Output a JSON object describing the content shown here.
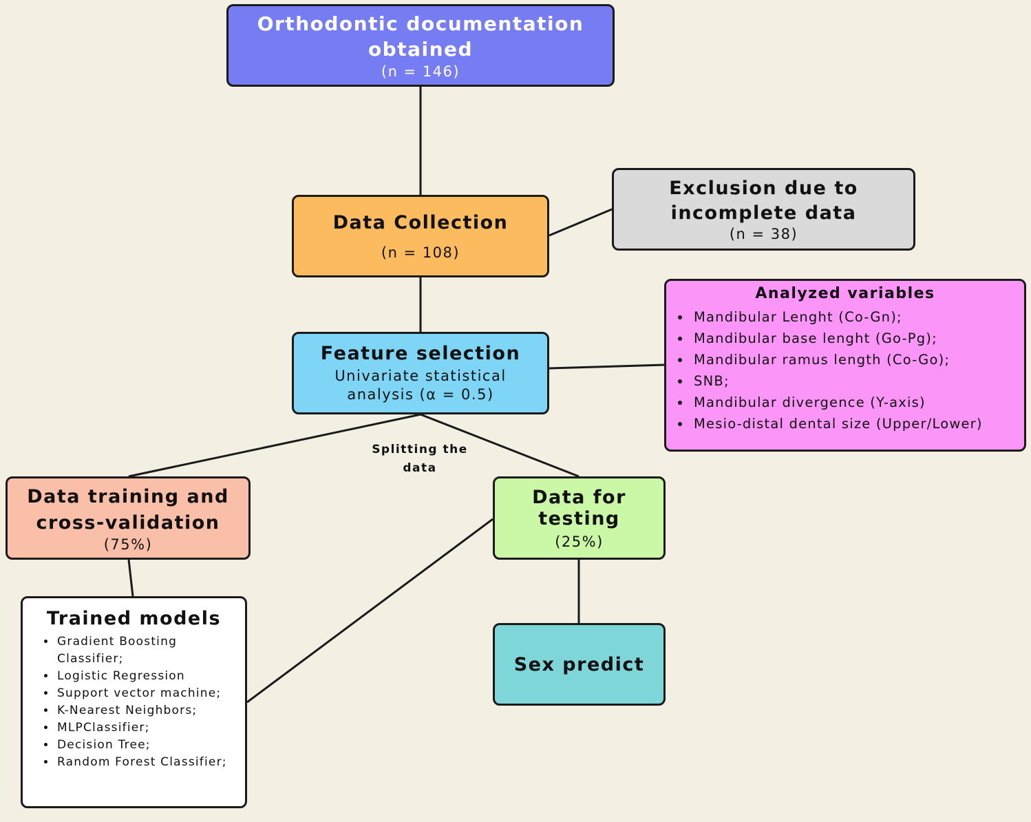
{
  "boxes": {
    "orthodontic": {
      "title": "Orthodontic documentation obtained",
      "count": "(n = 146)",
      "color": "#767cf2"
    },
    "data_collection": {
      "title": "Data Collection",
      "count": "(n = 108)",
      "color": "#fcbb5f"
    },
    "exclusion": {
      "title": "Exclusion due to incomplete data",
      "count": "(n = 38)",
      "color": "#dadada"
    },
    "feature_selection": {
      "title": "Feature selection",
      "subtitle": "Univariate statistical analysis (α = 0.5)",
      "color": "#7fd5f5"
    },
    "analyzed_variables": {
      "title": "Analyzed variables",
      "items": [
        "Mandibular Lenght (Co-Gn);",
        "Mandibular base lenght (Go-Pg);",
        "Mandibular ramus length (Co-Go);",
        "SNB;",
        "Mandibular divergence (Y-axis)",
        "Mesio-distal dental size (Upper/Lower)"
      ],
      "color": "#fb95f8"
    },
    "training": {
      "title": "Data training and cross-validation",
      "percent": "(75%)",
      "color": "#f9bfa8"
    },
    "testing": {
      "title": "Data for testing",
      "percent": "(25%)",
      "color": "#caf8a7"
    },
    "trained_models": {
      "title": "Trained models",
      "items": [
        "Gradient Boosting Classifier;",
        "Logistic Regression",
        "Support vector machine;",
        "K-Nearest Neighbors;",
        "MLPClassifier;",
        "Decision Tree;",
        "Random Forest Classifier;"
      ],
      "color": "#ffffff"
    },
    "sex_predict": {
      "title": "Sex predict",
      "color": "#7ed6d8"
    }
  },
  "split_label": "Splitting the data",
  "background_color": "#f3efe3",
  "line_color": "#1a1a1a"
}
